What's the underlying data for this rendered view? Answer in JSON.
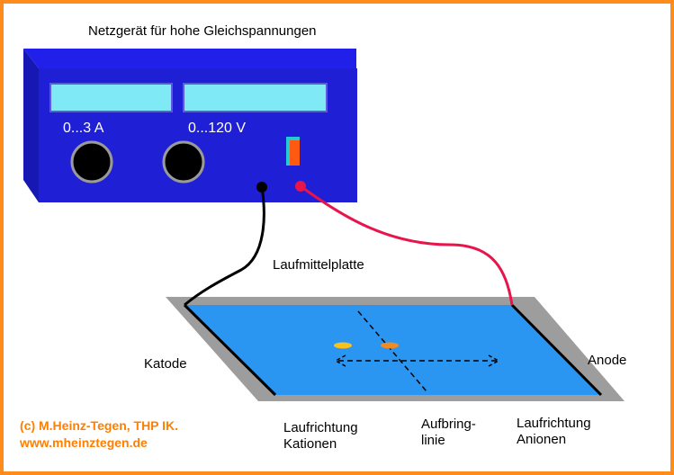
{
  "title": "Netzgerät für hohe Gleichspannungen",
  "power_supply": {
    "current_range": "0...3 A",
    "voltage_range": "0...120 V"
  },
  "labels": {
    "plate": "Laufmittelplatte",
    "cathode": "Katode",
    "anode": "Anode",
    "cation_direction": [
      "Laufrichtung",
      "Kationen"
    ],
    "application_line": [
      "Aufbring-",
      "linie"
    ],
    "anion_direction": [
      "Laufrichtung",
      "Anionen"
    ]
  },
  "credit": [
    "(c) M.Heinz-Tegen, THP IK.",
    "www.mheinztegen.de"
  ],
  "colors": {
    "border": "#ff8c1a",
    "device_front": "#1f1fd6",
    "device_top": "#2020ea",
    "device_side": "#1717b4",
    "display": "#7fe9f6",
    "plate": "#2b95f2",
    "plate_rim": "#9d9d9d",
    "wire_black": "#000000",
    "wire_red": "#e8144a",
    "spot_yellow": "#f7c21e",
    "spot_orange": "#f08a24",
    "credit_text": "#ff7f00"
  }
}
